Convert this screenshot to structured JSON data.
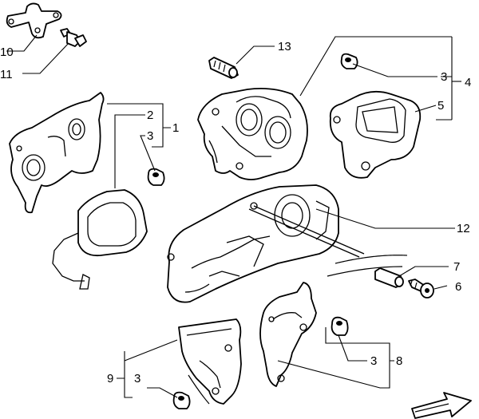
{
  "callouts": {
    "c1": "1",
    "c2": "2",
    "c3": "3",
    "c4": "4",
    "c5": "5",
    "c6": "6",
    "c7": "7",
    "c8": "8",
    "c9": "9",
    "c10": "10",
    "c11": "11",
    "c12": "12",
    "c13": "13"
  },
  "colors": {
    "ink": "#000000",
    "paper": "#ffffff"
  },
  "icons": {
    "direction": "direction-arrow-icon"
  }
}
